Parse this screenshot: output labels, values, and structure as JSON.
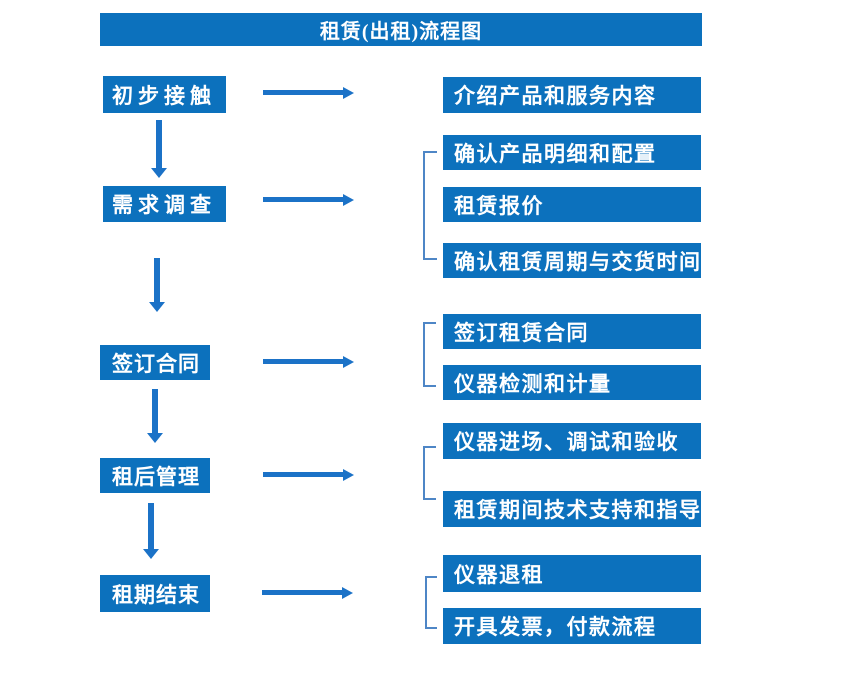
{
  "title": "租赁(出租)流程图",
  "colors": {
    "box_blue": "#0C71BD",
    "arrow_blue": "#1B72C7",
    "bracket_blue": "#4E86C6",
    "text_white": "#FFFFFF"
  },
  "flow": {
    "steps": [
      {
        "label": "初步接触",
        "outputs": [
          "介绍产品和服务内容"
        ]
      },
      {
        "label": "需求调查",
        "outputs": [
          "确认产品明细和配置",
          "租赁报价",
          "确认租赁周期与交货时间"
        ]
      },
      {
        "label": "签订合同",
        "outputs": [
          "签订租赁合同",
          "仪器检测和计量"
        ]
      },
      {
        "label": "租后管理",
        "outputs": [
          "仪器进场、调试和验收",
          "租赁期间技术支持和指导"
        ]
      },
      {
        "label": "租期结束",
        "outputs": [
          "仪器退租",
          "开具发票，付款流程"
        ]
      }
    ]
  }
}
